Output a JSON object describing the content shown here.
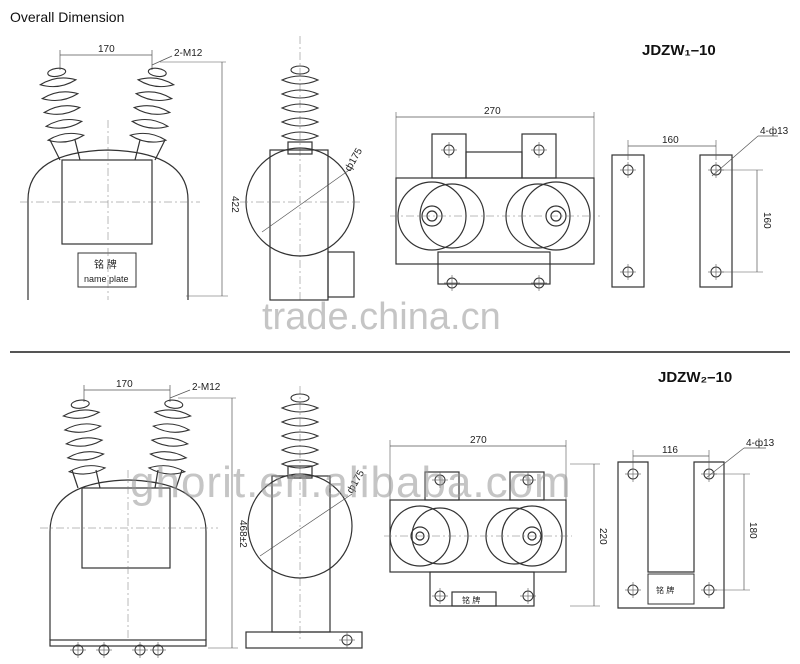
{
  "header": {
    "title": "Overall Dimension",
    "model_1": "JDZW₁–10",
    "model_2": "JDZW₂–10"
  },
  "watermarks": {
    "top": "trade.china.cn",
    "bottom": "ghorit.en.alibaba.com"
  },
  "drawing_1": {
    "front": {
      "width_dim": "170",
      "bolt_note": "2-M12",
      "height_dim": "422",
      "plate_cn": "铭 牌",
      "plate_en": "name plate"
    },
    "side": {
      "dia_dim": "ф175"
    },
    "top": {
      "width_dim": "270"
    },
    "base": {
      "width_dim": "160",
      "hole_note": "4-ф13",
      "height_dim": "160"
    }
  },
  "drawing_2": {
    "front": {
      "width_dim": "170",
      "bolt_note": "2-M12",
      "height_dim": "468±2"
    },
    "side": {
      "dia_dim": "ф175"
    },
    "top": {
      "width_dim": "270",
      "height_dim": "220",
      "plate_cn": "铭 牌"
    },
    "base": {
      "width_dim": "116",
      "hole_note": "4-ф13",
      "height_dim": "180",
      "plate_cn": "铭 牌"
    }
  },
  "colors": {
    "line": "#333333",
    "dim_line": "#555555",
    "watermark": "#969696"
  }
}
